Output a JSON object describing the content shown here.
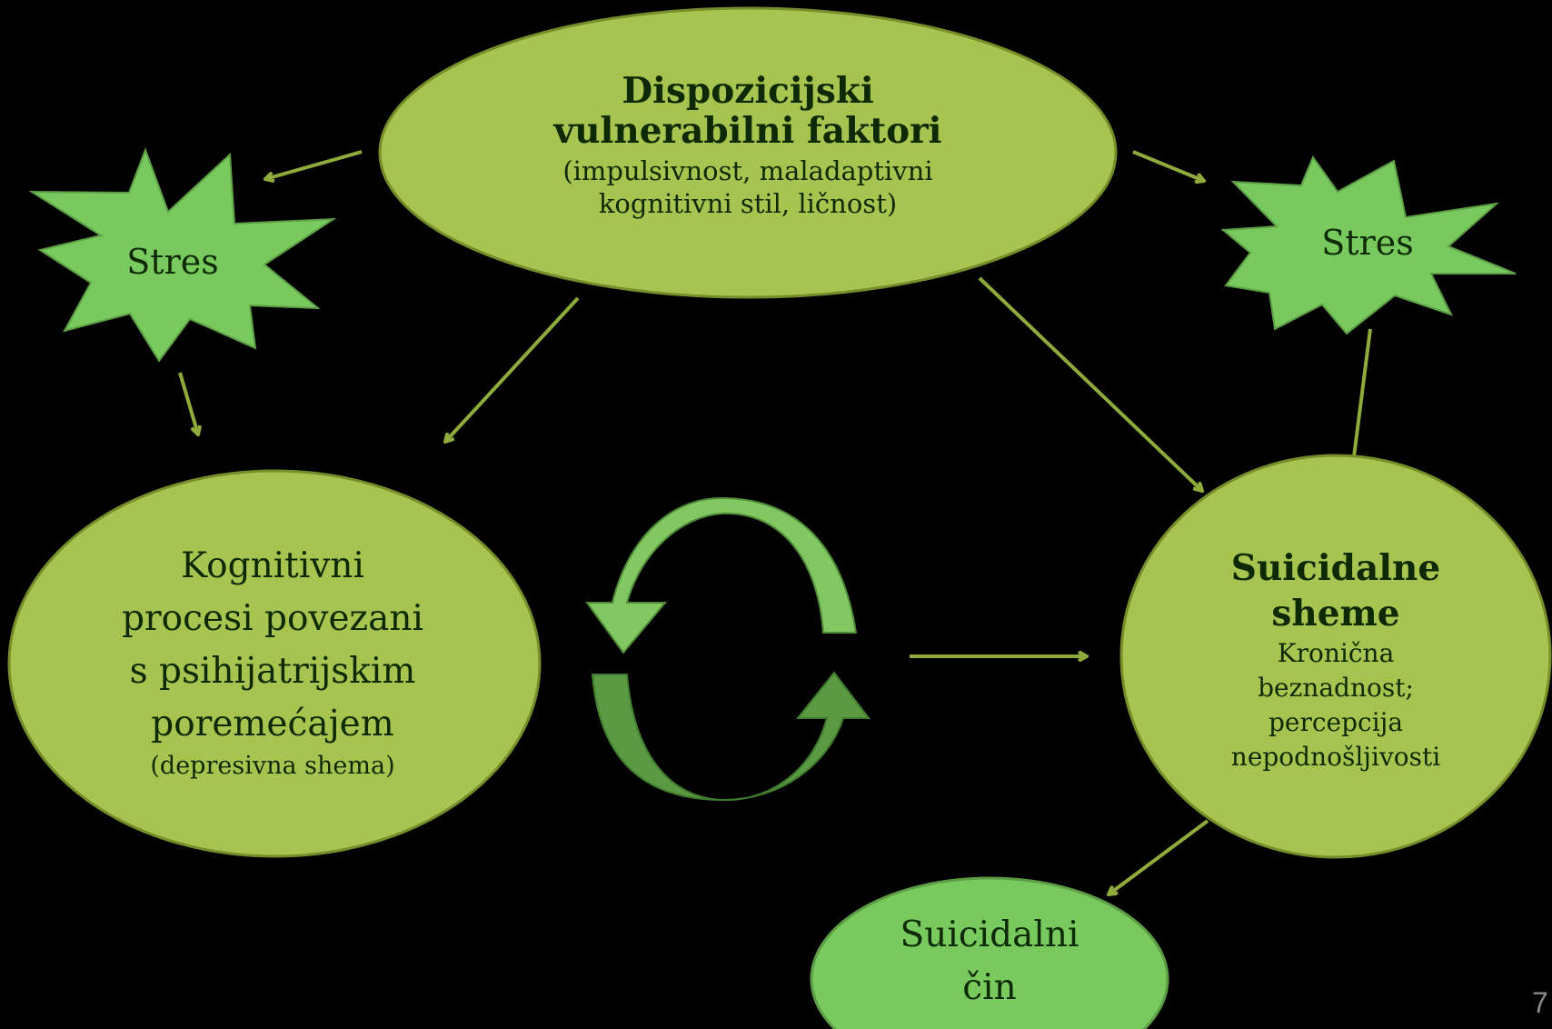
{
  "nodes": {
    "dispositional": {
      "title_line1": "Dispozicijski",
      "title_line2": "vulnerabilni faktori",
      "detail_line1": "(impulsivnost, maladaptivni",
      "detail_line2": "kognitivni stil, ličnost)"
    },
    "stress_left": {
      "label": "Stres"
    },
    "stress_right": {
      "label": "Stres"
    },
    "cognitive": {
      "line1": "Kognitivni",
      "line2": "procesi povezani",
      "line3": "s psihijatrijskim",
      "line4": "poremećajem",
      "detail": "(depresivna shema)"
    },
    "suicidal_schemas": {
      "title_line1": "Suicidalne",
      "title_line2": "sheme",
      "detail_line1": "Kronična",
      "detail_line2": "beznadnost;",
      "detail_line3": "percepcija",
      "detail_line4": "nepodnošljivosti"
    },
    "suicidal_act": {
      "line1": "Suicidalni",
      "line2": "čin"
    }
  },
  "slide_number": "7",
  "colors": {
    "background": "#000000",
    "node_fill": "#a7c350",
    "node_stroke": "#758e2a",
    "star_fill": "#78c95e",
    "act_fill": "#78c95e",
    "arrow": "#8fab3c",
    "cycle_light": "#82c862",
    "cycle_dark": "#5a9a42"
  }
}
